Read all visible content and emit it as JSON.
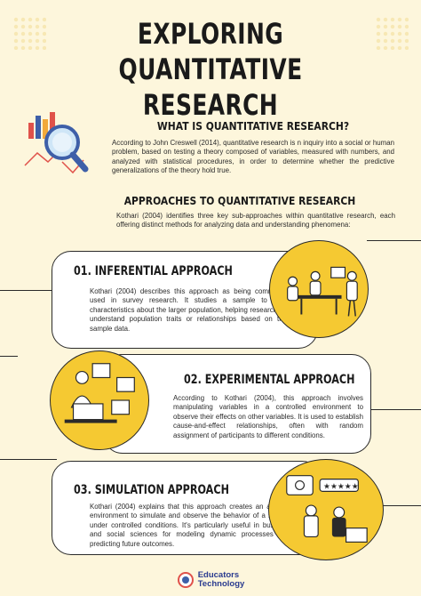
{
  "title_line1": "EXPLORING QUANTITATIVE",
  "title_line2": "RESEARCH",
  "intro": {
    "heading": "WHAT IS QUANTITATIVE RESEARCH?",
    "text": "According to John Creswell (2014), quantitative research is n inquiry into a social or human problem, based on testing a theory composed of variables, measured with numbers, and analyzed with statistical procedures, in order to determine whether the predictive generalizations of the theory hold true."
  },
  "approaches": {
    "heading": "APPROACHES TO QUANTITATIVE RESEARCH",
    "text": "Kothari (2004) identifies three key sub-approaches within quantitative research, each offering distinct methods for analyzing data and understanding phenomena:"
  },
  "cards": [
    {
      "title": "01. INFERENTIAL APPROACH",
      "text": "Kothari (2004) describes this approach as being commonly used in survey research. It studies a sample to infer characteristics about the larger population, helping researchers understand population traits or relationships based on the sample data."
    },
    {
      "title": "02. EXPERIMENTAL APPROACH",
      "text": "According to Kothari (2004), this approach involves manipulating variables in a controlled environment to observe their effects on other variables. It is used to establish cause-and-effect relationships, often with random assignment of participants to different conditions."
    },
    {
      "title": "03. SIMULATION APPROACH",
      "text": "Kothari (2004) explains that this approach creates an artificial environment to simulate and observe the behavior of a system under controlled conditions. It's particularly useful in business and social sciences for modeling dynamic processes and predicting future outcomes."
    }
  ],
  "footer": {
    "line1": "Educators",
    "line2": "Technology"
  },
  "colors": {
    "background": "#fdf6dc",
    "accent_yellow": "#f5c932",
    "ink": "#2a2a2a"
  }
}
